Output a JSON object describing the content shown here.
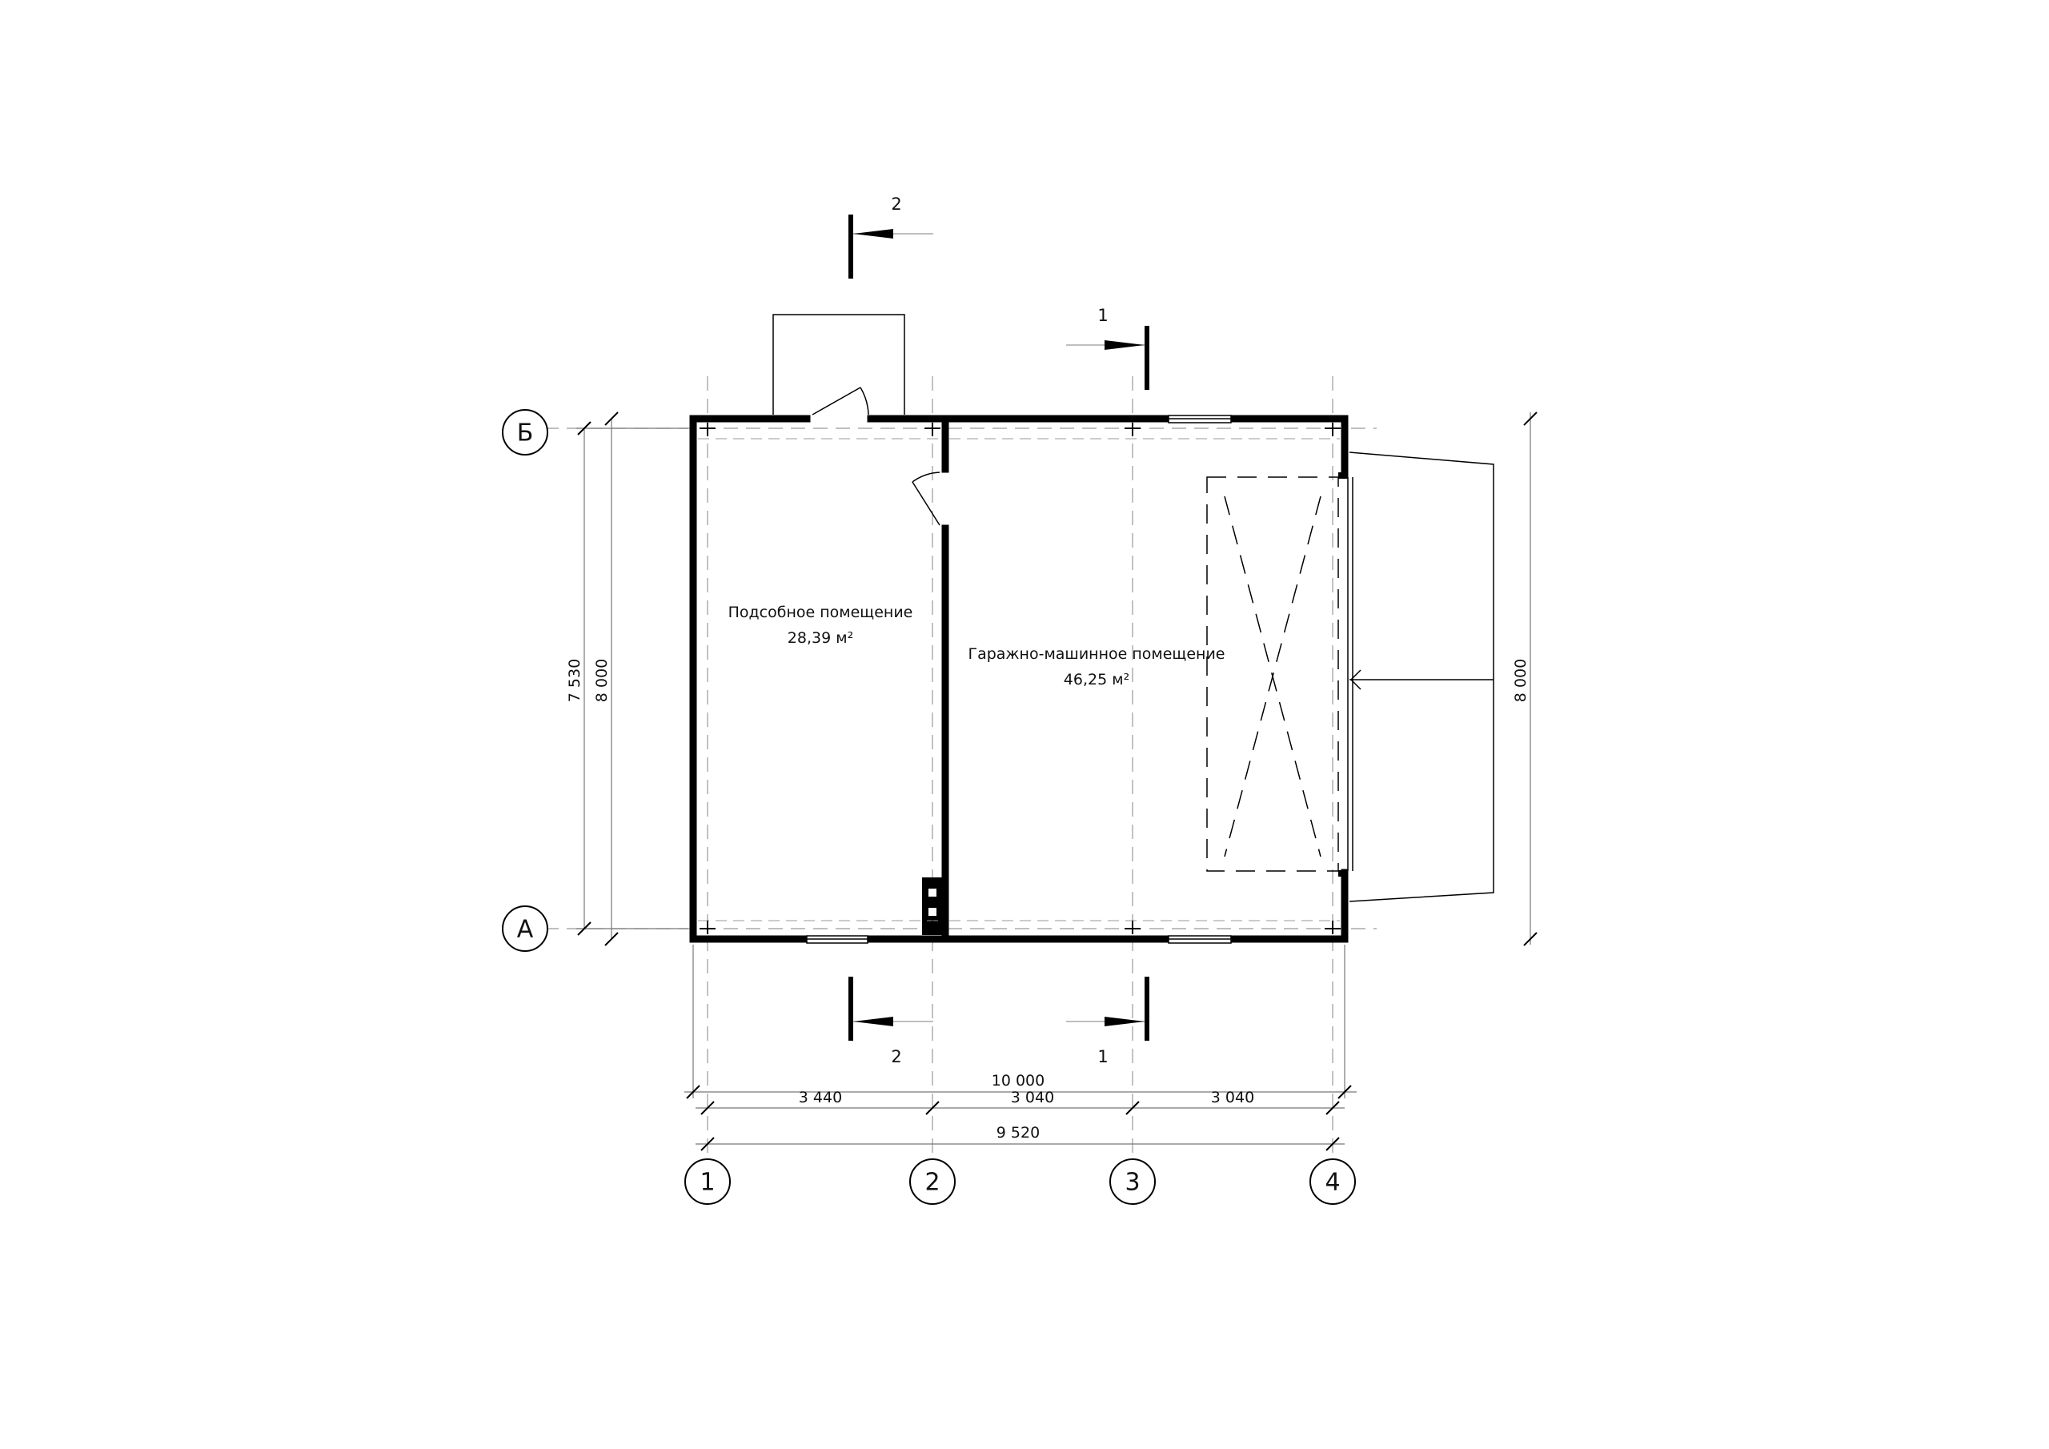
{
  "axes": {
    "rows": [
      "Б",
      "А"
    ],
    "columns": [
      "1",
      "2",
      "3",
      "4"
    ]
  },
  "rooms": [
    {
      "name": "Подсобное помещение",
      "area": "28,39 м²"
    },
    {
      "name": "Гаражно-машинное помещение",
      "area": "46,25 м²"
    }
  ],
  "dimensions": {
    "overall_width": "10 000",
    "bay_1": "3 440",
    "bay_2": "3 040",
    "bay_3": "3 040",
    "axis_width": "9 520",
    "left_inner_height": "7 530",
    "left_outer_height": "8 000",
    "right_height": "8 000"
  },
  "sections": {
    "top_2": "2",
    "top_1": "1",
    "bottom_2": "2",
    "bottom_1": "1"
  }
}
